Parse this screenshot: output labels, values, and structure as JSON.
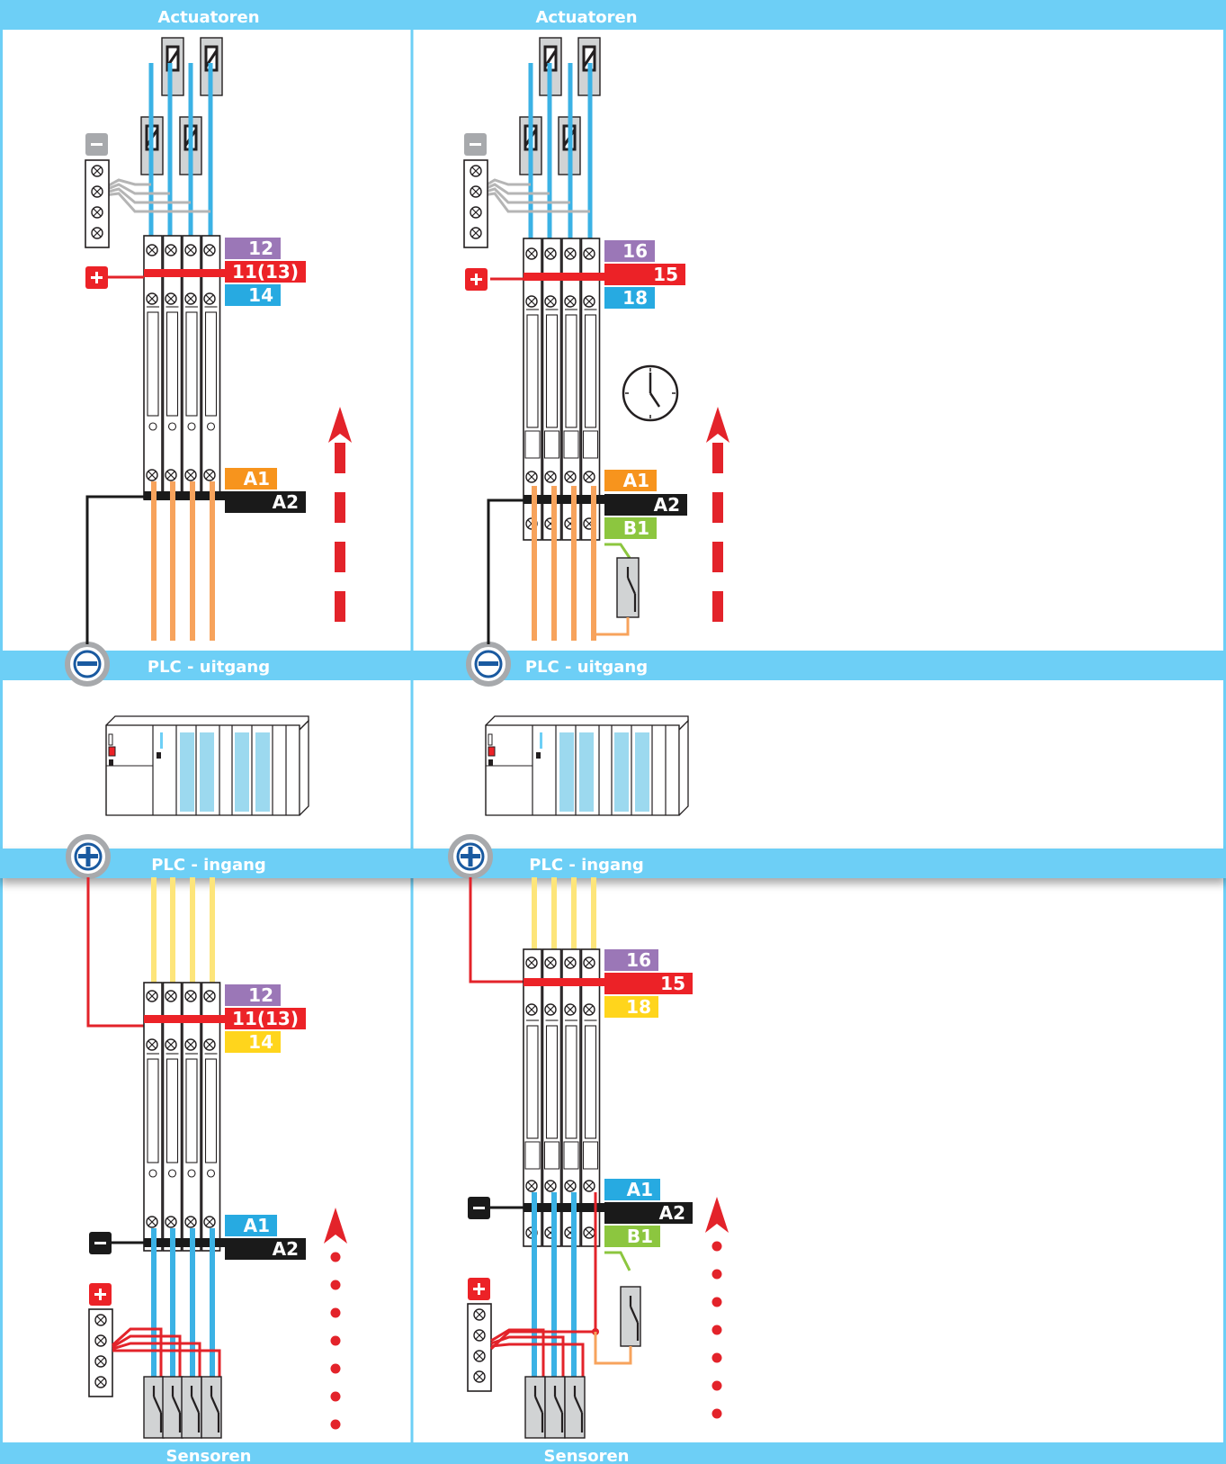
{
  "bands": {
    "top_left": "Actuatoren",
    "top_right": "Actuatoren",
    "mid_upper_left": "PLC - uitgang",
    "mid_upper_right": "PLC - uitgang",
    "mid_lower_left": "PLC - ingang",
    "mid_lower_right": "PLC - ingang",
    "bottom_left": "Sensoren",
    "bottom_right": "Sensoren"
  },
  "terminals": {
    "q1": {
      "t1": "12",
      "t2": "11(13)",
      "t3": "14",
      "a1": "A1",
      "a2": "A2"
    },
    "q2": {
      "t1": "16",
      "t2": "15",
      "t3": "18",
      "a1": "A1",
      "a2": "A2",
      "b1": "B1"
    },
    "q3": {
      "t1": "12",
      "t2": "11(13)",
      "t3": "14",
      "a1": "A1",
      "a2": "A2"
    },
    "q4": {
      "t1": "16",
      "t2": "15",
      "t3": "18",
      "a1": "A1",
      "a2": "A2",
      "b1": "B1"
    }
  },
  "symbols": {
    "plus": "+",
    "minus": "−"
  },
  "colors": {
    "band": "#6dcff6",
    "wire_blue": "#3bb2e5",
    "wire_orange": "#f7a35c",
    "wire_yellow": "#fde57a",
    "wire_red": "#e3232a",
    "wire_grey": "#b5b5b5",
    "purple": "#9b77b7",
    "red": "#ec2227",
    "blue": "#27aae1",
    "yellow": "#ffd51c",
    "orange": "#f7941d",
    "black": "#1a1a1a",
    "green": "#8cc63f"
  },
  "icons": [
    "clock-icon",
    "plc-icon",
    "actuator-icon",
    "sensor-switch-icon",
    "terminal-block-icon",
    "up-arrow-icon"
  ]
}
